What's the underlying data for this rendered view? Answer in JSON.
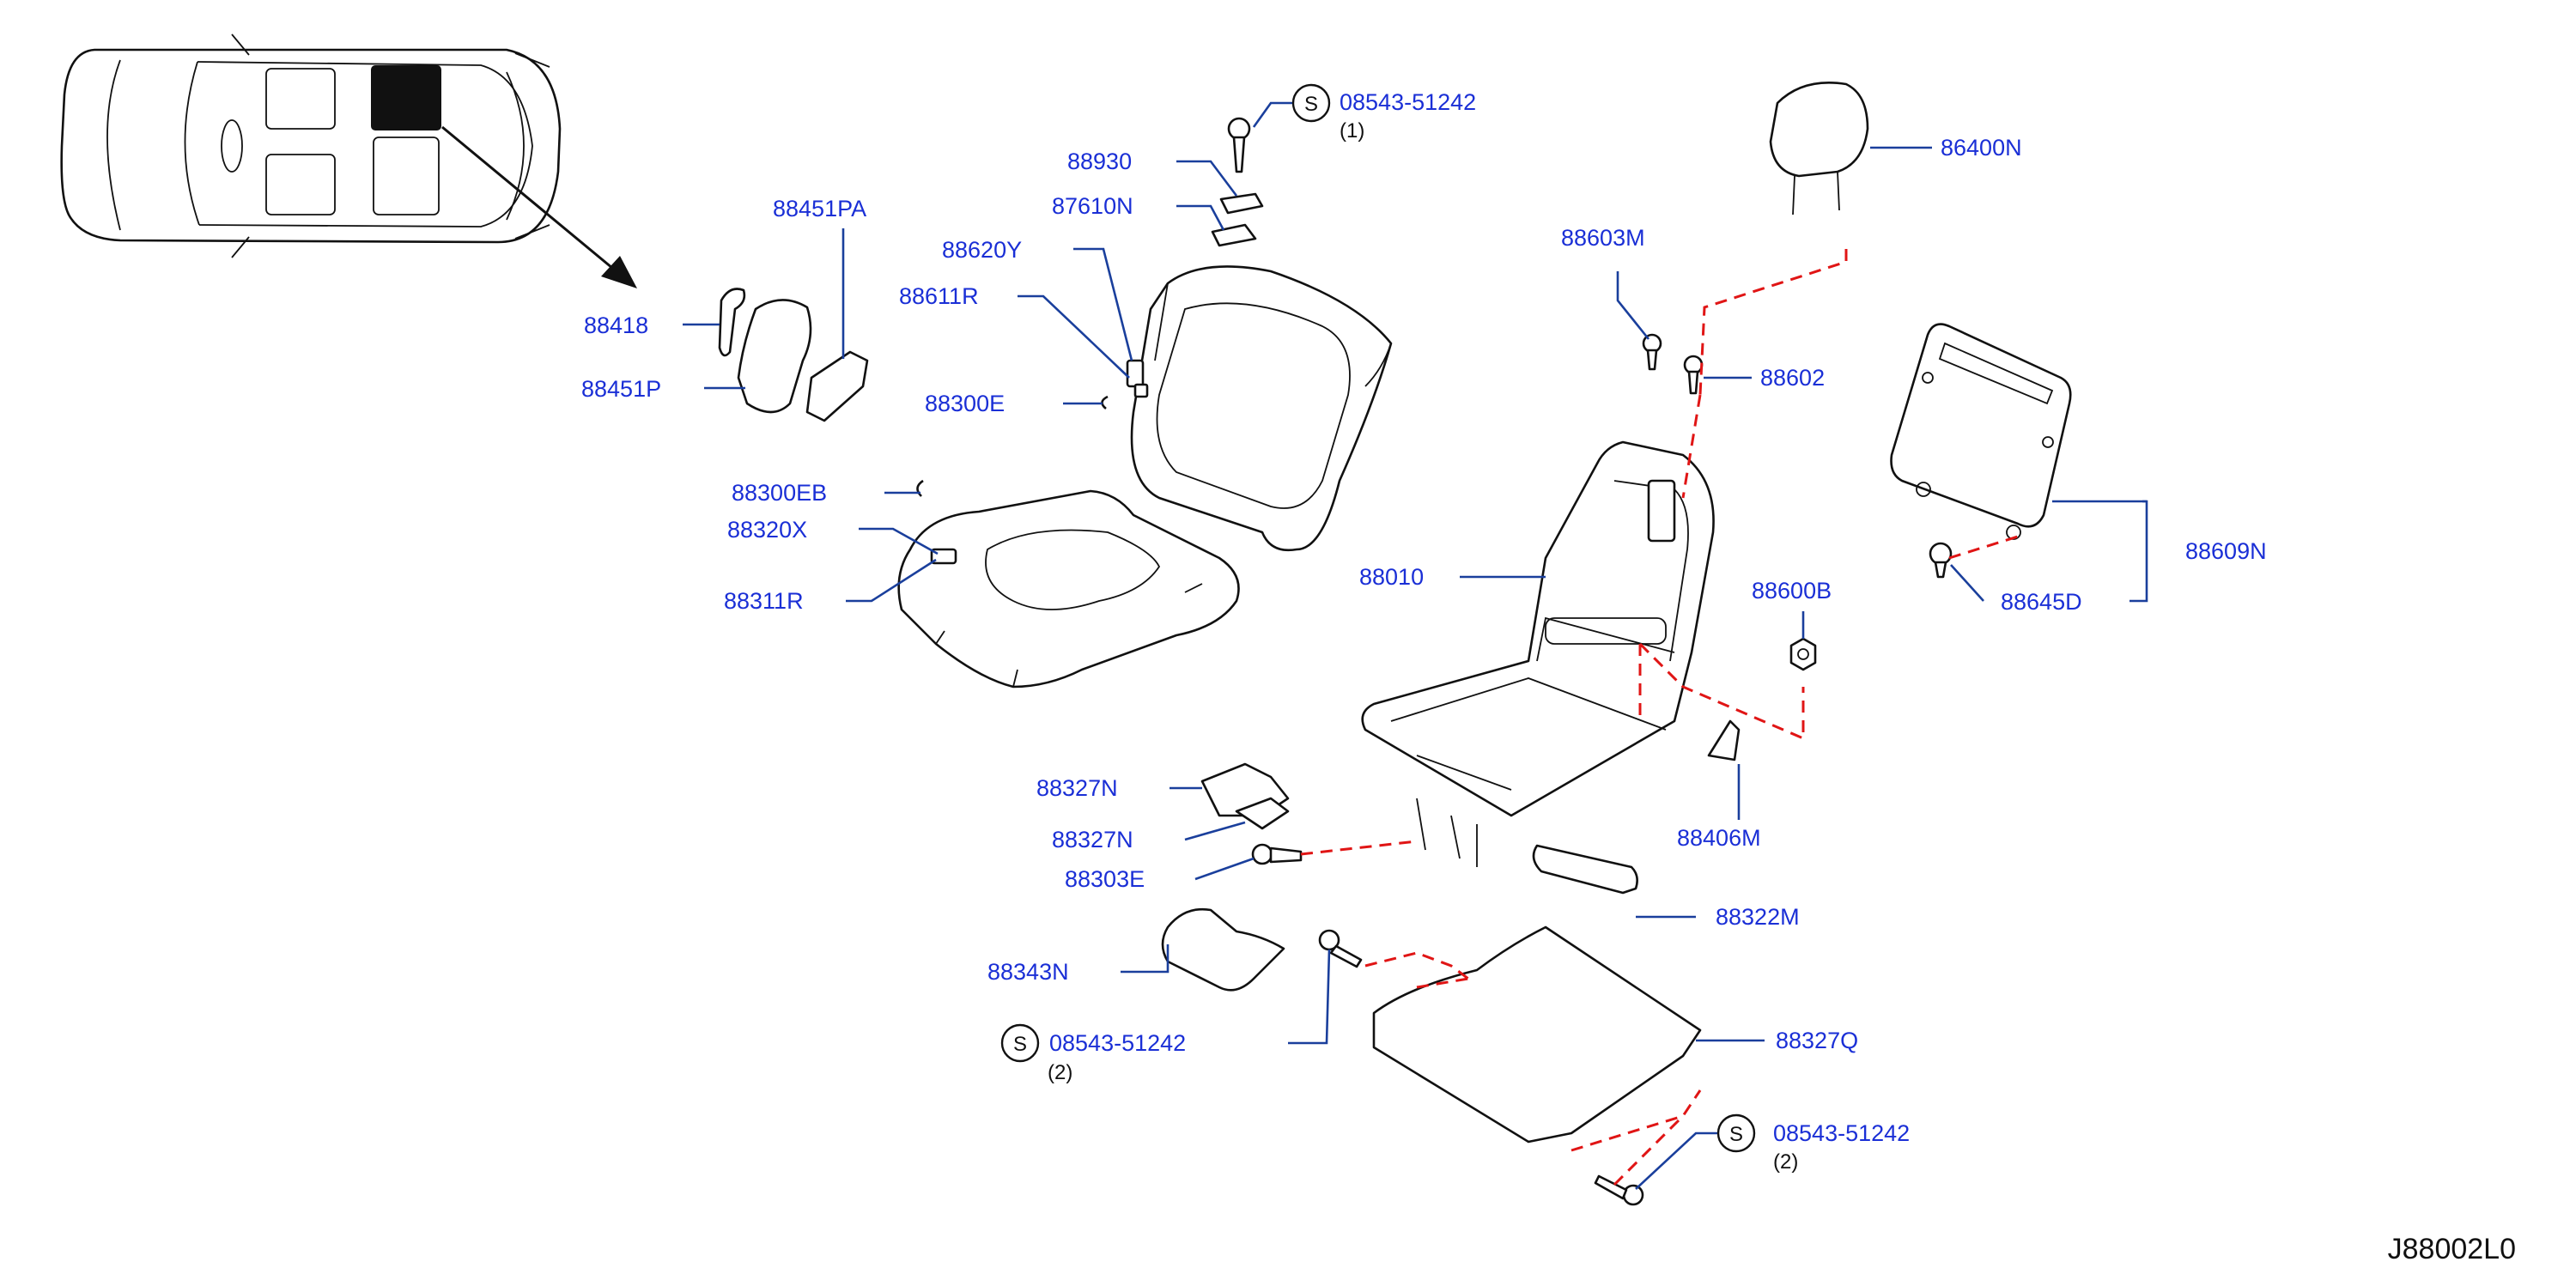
{
  "diagram_code": "J88002L0",
  "symbol_s": "S",
  "parts": [
    {
      "id": "p08543a",
      "label": "08543-51242",
      "qty": "(1)"
    },
    {
      "id": "p88930",
      "label": "88930"
    },
    {
      "id": "p87610N",
      "label": "87610N"
    },
    {
      "id": "p88620Y",
      "label": "88620Y"
    },
    {
      "id": "p88611R",
      "label": "88611R"
    },
    {
      "id": "p88300E",
      "label": "88300E"
    },
    {
      "id": "p88451PA",
      "label": "88451PA"
    },
    {
      "id": "p88418",
      "label": "88418"
    },
    {
      "id": "p88451P",
      "label": "88451P"
    },
    {
      "id": "p88300EB",
      "label": "88300EB"
    },
    {
      "id": "p88320X",
      "label": "88320X"
    },
    {
      "id": "p88311R",
      "label": "88311R"
    },
    {
      "id": "p86400N",
      "label": "86400N"
    },
    {
      "id": "p88603M",
      "label": "88603M"
    },
    {
      "id": "p88602",
      "label": "88602"
    },
    {
      "id": "p88010",
      "label": "88010"
    },
    {
      "id": "p88600B",
      "label": "88600B"
    },
    {
      "id": "p88609N",
      "label": "88609N"
    },
    {
      "id": "p88645D",
      "label": "88645D"
    },
    {
      "id": "p88406M",
      "label": "88406M"
    },
    {
      "id": "p88327N1",
      "label": "88327N"
    },
    {
      "id": "p88327N2",
      "label": "88327N"
    },
    {
      "id": "p88303E",
      "label": "88303E"
    },
    {
      "id": "p88322M",
      "label": "88322M"
    },
    {
      "id": "p88343N",
      "label": "88343N"
    },
    {
      "id": "p08543b",
      "label": "08543-51242",
      "qty": "(2)"
    },
    {
      "id": "p88327Q",
      "label": "88327Q"
    },
    {
      "id": "p08543c",
      "label": "08543-51242",
      "qty": "(2)"
    }
  ]
}
